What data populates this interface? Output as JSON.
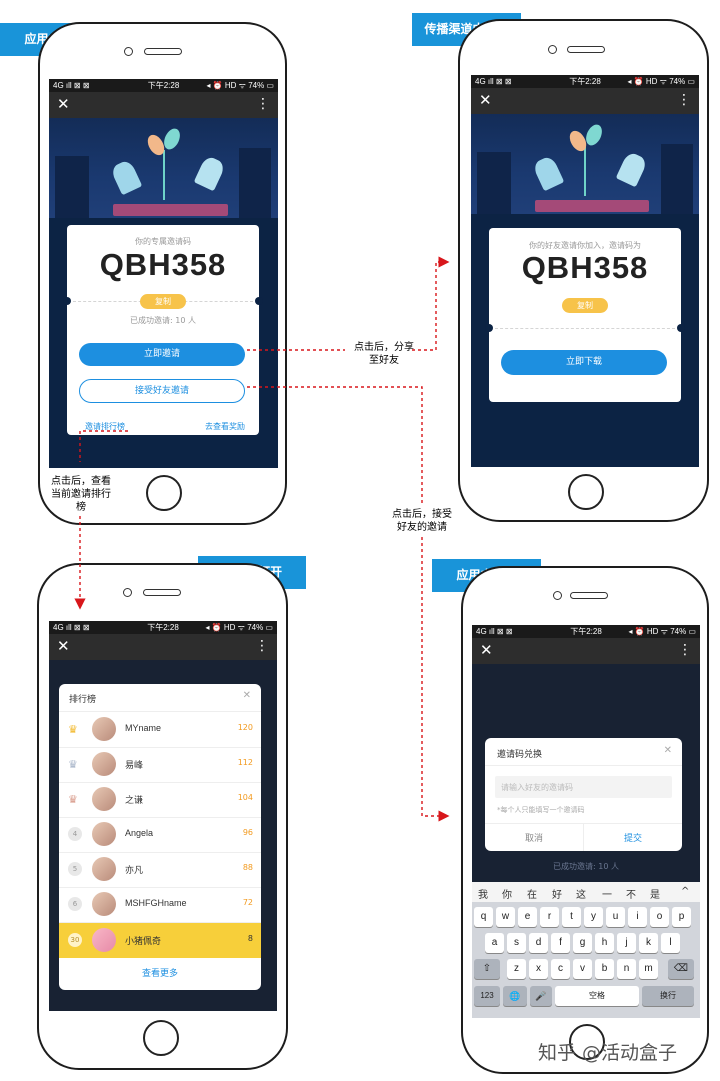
{
  "tags": {
    "t1": "应用内打开",
    "t2": "传播渠道内打开",
    "t3": "应用内打开",
    "t4": "应用内打开"
  },
  "status": {
    "left": "4G ıll  ⊠ ⊠",
    "time": "下午2:28",
    "right": "◂ ⏰ HD ᯤ 74% ▭"
  },
  "nav": {
    "close": "✕",
    "more": "⋮"
  },
  "screen1": {
    "hint": "你的专属邀请码",
    "code": "QBH358",
    "copy": "复制",
    "count": "已成功邀请: 10 人",
    "invite_btn": "立即邀请",
    "accept_btn": "接受好友邀请",
    "rank_link": "邀请排行榜",
    "reward_link": "去查看奖励"
  },
  "screen2": {
    "hint": "你的好友邀请你加入，邀请码为",
    "code": "QBH358",
    "copy": "复制",
    "download_btn": "立即下载"
  },
  "screen3": {
    "title": "排行榜",
    "close": "✕",
    "rows": [
      {
        "rank": "♛",
        "name": "MYname",
        "score": "120"
      },
      {
        "rank": "♛",
        "name": "易峰",
        "score": "112"
      },
      {
        "rank": "♛",
        "name": "之谦",
        "score": "104"
      },
      {
        "rank": "4",
        "name": "Angela",
        "score": "96"
      },
      {
        "rank": "5",
        "name": "亦凡",
        "score": "88"
      },
      {
        "rank": "6",
        "name": "MSHFGHname",
        "score": "72"
      },
      {
        "rank": "30",
        "name": "小猪佩奇",
        "score": "8"
      }
    ],
    "more": "查看更多"
  },
  "screen4": {
    "title": "邀请码兑换",
    "close": "✕",
    "placeholder": "请输入好友的邀请码",
    "note": "*每个人只能填写一个邀请码",
    "cancel": "取消",
    "submit": "提交",
    "behind": "已成功邀请: 10 人",
    "candidates": [
      "我",
      "你",
      "在",
      "好",
      "这",
      "一",
      "不",
      "是",
      "^"
    ],
    "row1": [
      "q",
      "w",
      "e",
      "r",
      "t",
      "y",
      "u",
      "i",
      "o",
      "p"
    ],
    "row2": [
      "a",
      "s",
      "d",
      "f",
      "g",
      "h",
      "j",
      "k",
      "l"
    ],
    "row3": [
      "⇧",
      "z",
      "x",
      "c",
      "v",
      "b",
      "n",
      "m",
      "⌫"
    ],
    "row4": [
      "123",
      "🌐",
      "🎤",
      "空格",
      "换行"
    ]
  },
  "annotations": {
    "a1": "点击后，分享\n至好友",
    "a2": "点击后，查看\n当前邀请排行\n榜",
    "a3": "点击后，接受\n好友的邀请"
  },
  "watermark": "知乎 @活动盒子"
}
